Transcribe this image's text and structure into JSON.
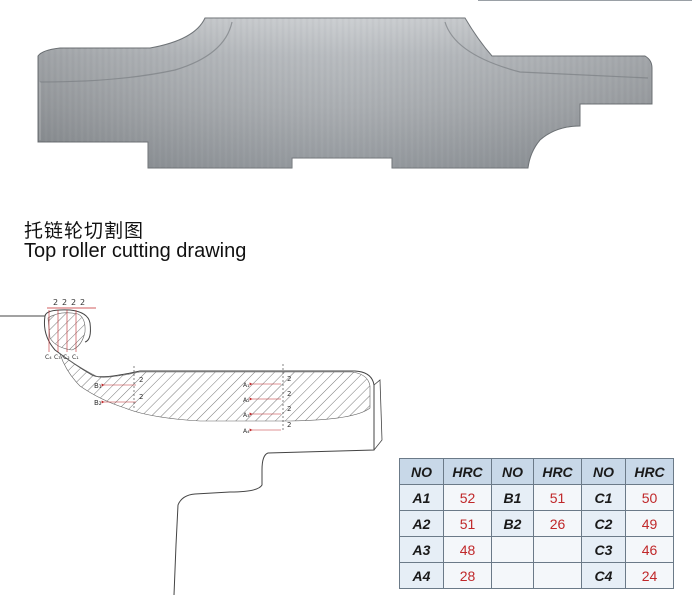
{
  "heading": {
    "title_cn": "托链轮切割图",
    "title_en": "Top roller cutting drawing"
  },
  "drawing": {
    "dim_labels": [
      "2",
      "2",
      "2",
      "2"
    ],
    "c_labels": [
      "C₄",
      "C₃",
      "C₂",
      "C₁"
    ],
    "b_labels": [
      "B₁",
      "B₂"
    ],
    "b_dims": [
      "2",
      "2"
    ],
    "a_labels": [
      "A₁",
      "A₂",
      "A₃",
      "A₄"
    ],
    "a_dims": [
      "2",
      "2",
      "2",
      "2"
    ]
  },
  "table": {
    "headers": [
      "NO",
      "HRC",
      "NO",
      "HRC",
      "NO",
      "HRC"
    ],
    "rows": [
      [
        "A1",
        "52",
        "B1",
        "51",
        "C1",
        "50"
      ],
      [
        "A2",
        "51",
        "B2",
        "26",
        "C2",
        "49"
      ],
      [
        "A3",
        "48",
        "",
        "",
        "C3",
        "46"
      ],
      [
        "A4",
        "28",
        "",
        "",
        "C4",
        "24"
      ]
    ]
  },
  "colors": {
    "value_red": "#c0282a",
    "header_blue": "#c8d8e8",
    "metal_gray": "#a9adb1"
  }
}
